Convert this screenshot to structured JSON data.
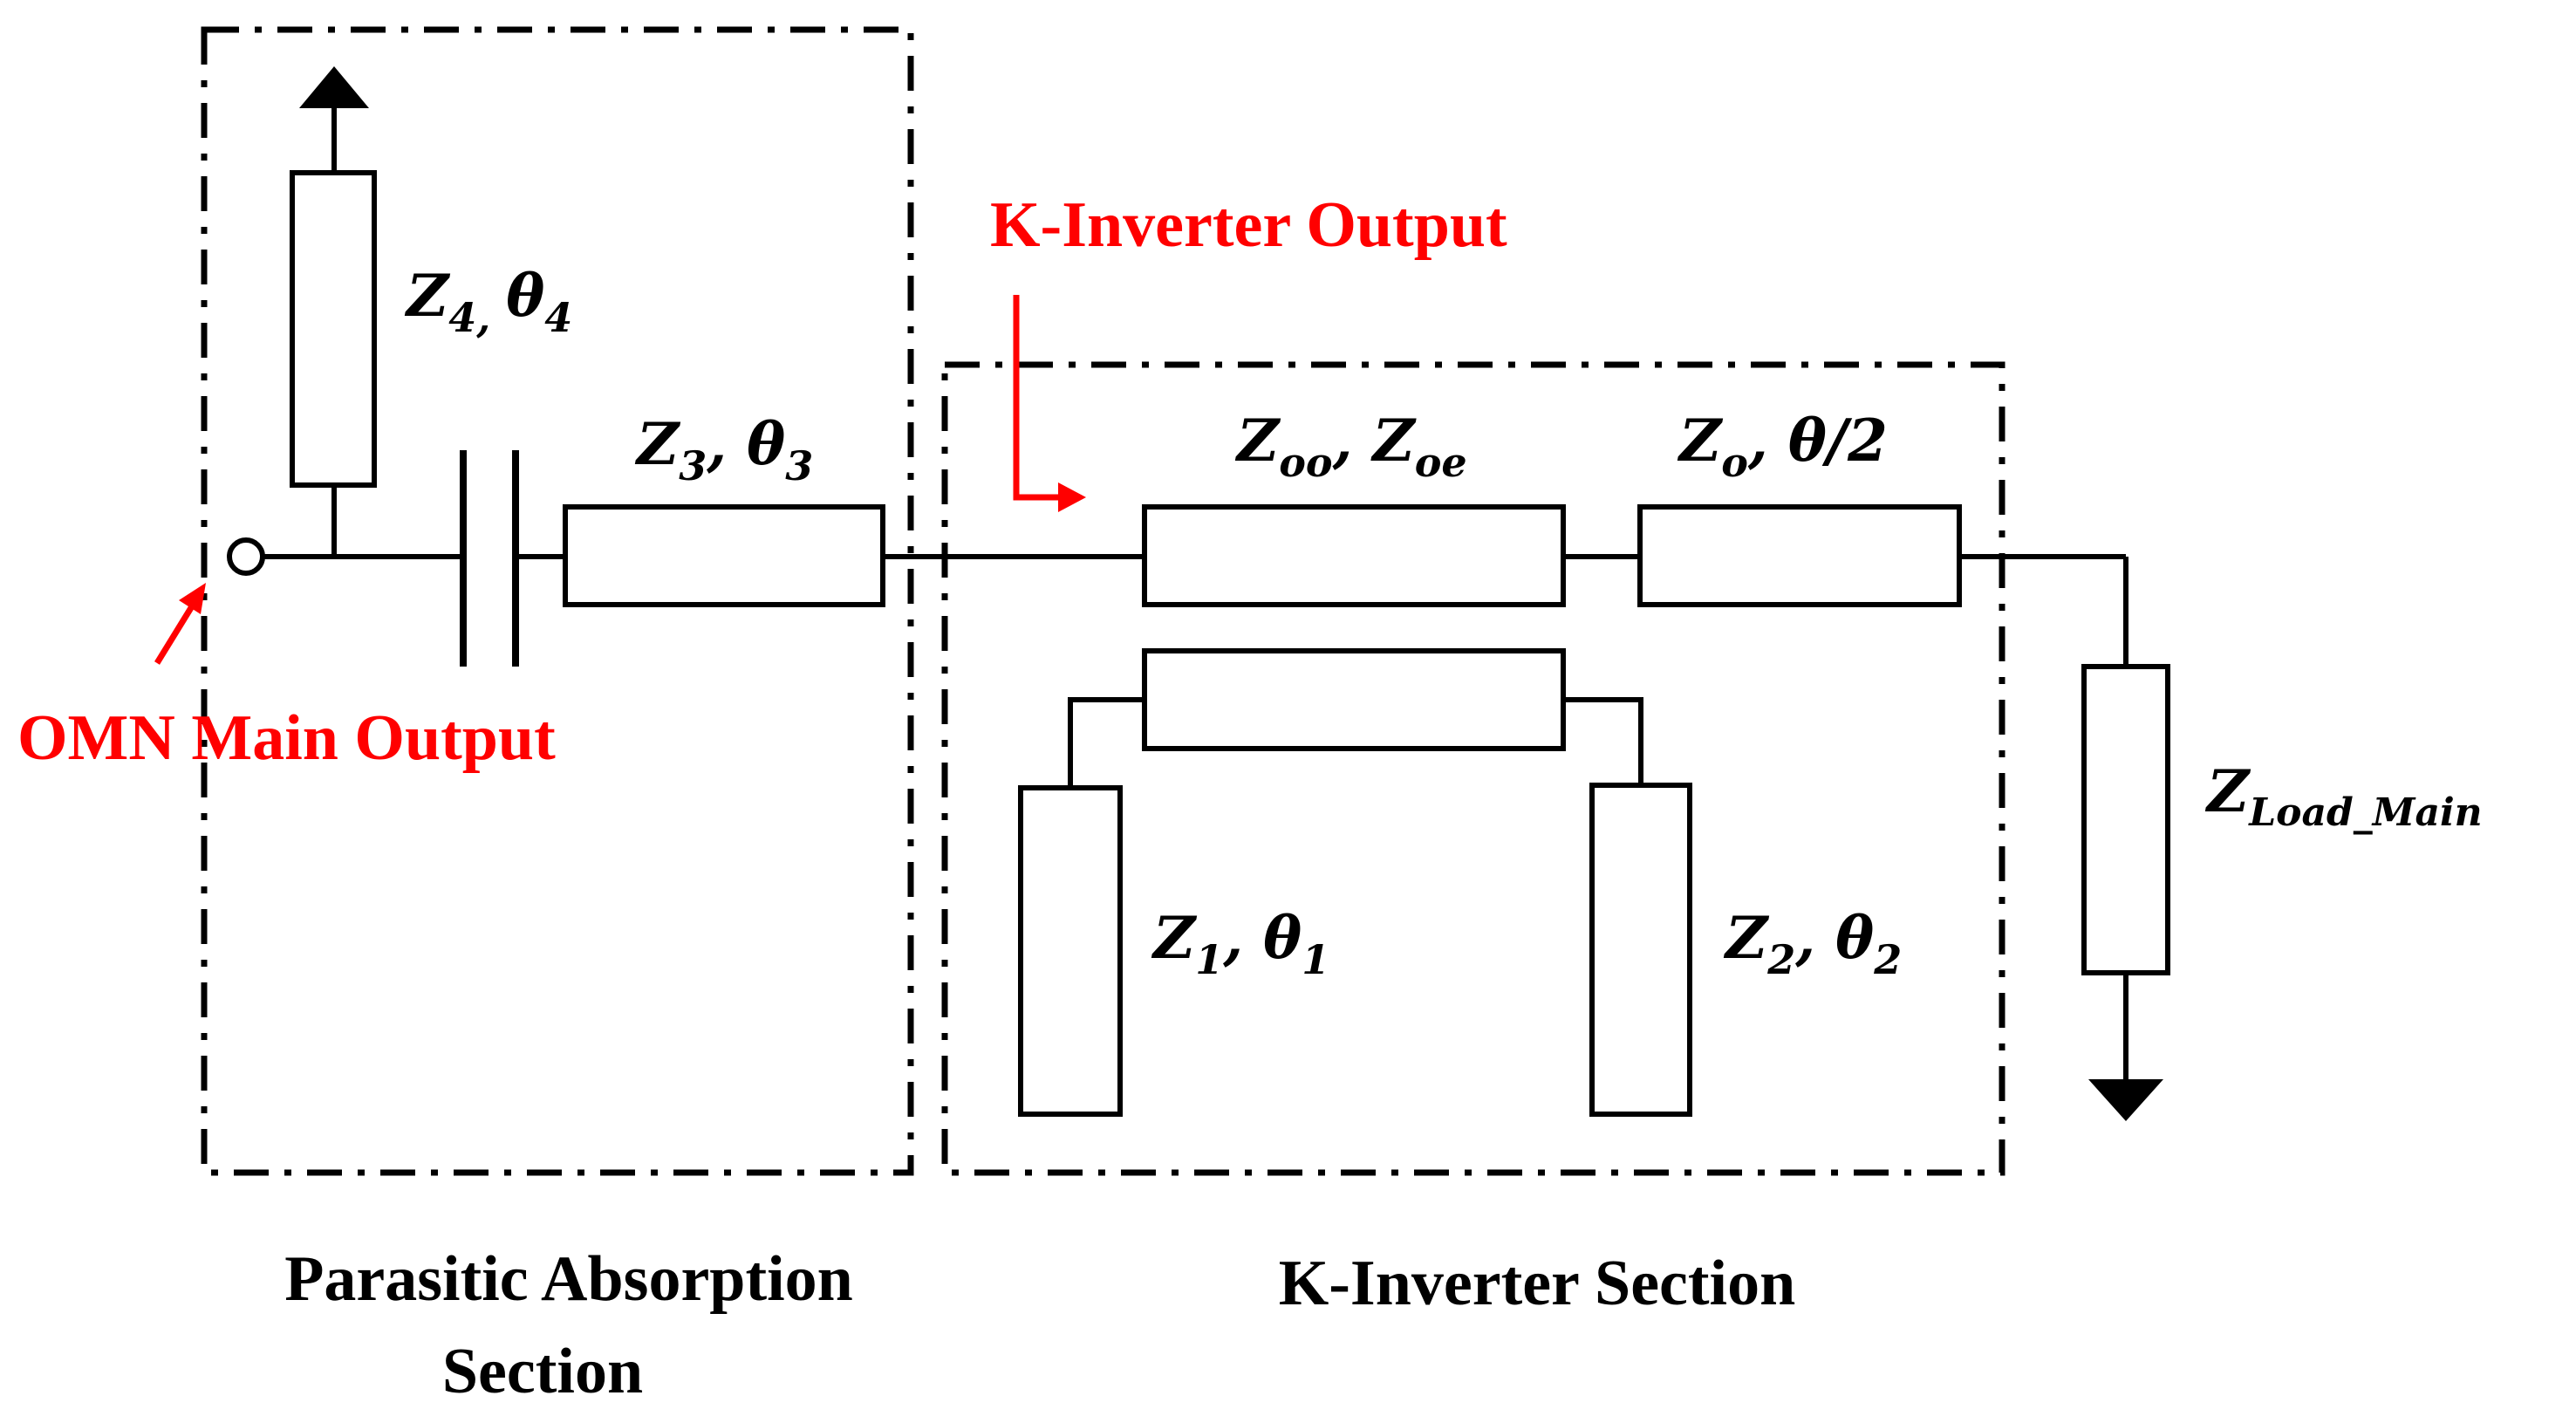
{
  "sections": {
    "parasitic_title_line1": "Parasitic Absorption",
    "parasitic_title_line2": "Section",
    "kinverter_title": "K-Inverter Section"
  },
  "annotations": {
    "kinverter_output": "K-Inverter Output",
    "omn_main_output": "OMN Main Output",
    "accent_color": "#ff0000"
  },
  "components": {
    "z4": {
      "z": "Z",
      "zsub": "4,",
      "theta": "θ",
      "tsub": "4"
    },
    "z3": {
      "z": "Z",
      "zsub": "3",
      "theta": "θ",
      "tsub": "3"
    },
    "zcoupled": {
      "z1": "Z",
      "z1sub": "oo",
      "z2": "Z",
      "z2sub": "oe"
    },
    "zo": {
      "z": "Z",
      "zsub": "o",
      "rest": "θ/2"
    },
    "z1": {
      "z": "Z",
      "zsub": "1",
      "theta": "θ",
      "tsub": "1"
    },
    "z2": {
      "z": "Z",
      "zsub": "2",
      "theta": "θ",
      "tsub": "2"
    },
    "zload": {
      "z": "Z",
      "zsub": "Load_Main"
    }
  }
}
